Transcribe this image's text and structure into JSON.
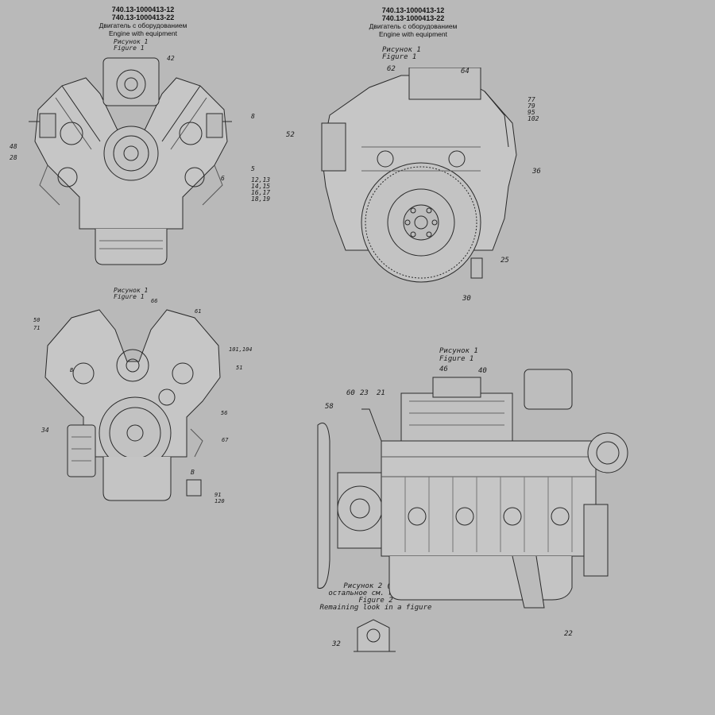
{
  "headers": {
    "left": {
      "code1": "740.13-1000413-12",
      "code2": "740.13-1000413-22",
      "ru": "Двигатель с оборудованием",
      "en": "Engine with equipment"
    },
    "right": {
      "code1": "740.13-1000413-12",
      "code2": "740.13-1000413-22",
      "ru": "Двигатель с оборудованием",
      "en": "Engine with equipment"
    }
  },
  "figure_labels": {
    "tl": {
      "ru": "Рисунок 1",
      "en": "Figure 1"
    },
    "tr": {
      "ru": "Рисунок 1",
      "en": "Figure 1"
    },
    "bl": {
      "ru": "Рисунок 1",
      "en": "Figure 1"
    },
    "br": {
      "ru": "Рисунок 1",
      "en": "Figure 1"
    },
    "fig2": {
      "ru": "Рисунок 2 (1:4)",
      "ru_note": "остальное см. на рис.1",
      "en": "Figure 2",
      "en_note": "Remaining look in a figure"
    }
  },
  "callouts": {
    "tl": [
      "42",
      "8",
      "48",
      "28",
      "5",
      "6",
      "12,13",
      "14,15",
      "16,17",
      "18,19"
    ],
    "tr": [
      "62",
      "64",
      "77",
      "79",
      "95",
      "102",
      "52",
      "36",
      "25",
      "30"
    ],
    "bl": [
      "66",
      "50",
      "71",
      "61",
      "101,104",
      "51",
      "B",
      "56",
      "34",
      "67",
      "B",
      "91",
      "120"
    ],
    "br": [
      "46",
      "40",
      "60",
      "23",
      "21",
      "58",
      "22",
      "32"
    ]
  }
}
